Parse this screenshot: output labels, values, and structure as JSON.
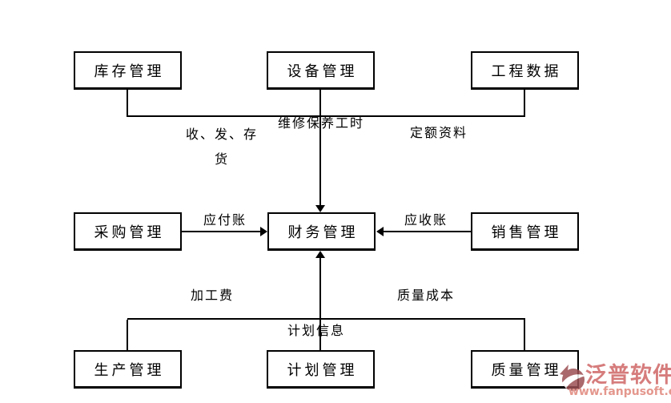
{
  "nodes": {
    "inventory": "库存管理",
    "equipment": "设备管理",
    "engineering": "工程数据",
    "purchase": "采购管理",
    "finance": "财务管理",
    "sales": "销售管理",
    "production": "生产管理",
    "planning": "计划管理",
    "quality": "质量管理"
  },
  "edge_labels": {
    "inventory_finance": "收、发、存货",
    "equipment_finance": "维修保养工时",
    "engineering_finance": "定额资料",
    "purchase_finance": "应付账",
    "sales_finance": "应收账",
    "production_finance": "加工费",
    "quality_finance": "质量成本",
    "planning_finance": "计划信息"
  },
  "colors": {
    "line": "#000000",
    "watermark_text": "#d06666",
    "watermark_url": "#e0857a",
    "watermark_logo": "#9c4f53"
  },
  "watermark": {
    "brand": "泛普软件",
    "url": "www.fanpusoft.com"
  }
}
